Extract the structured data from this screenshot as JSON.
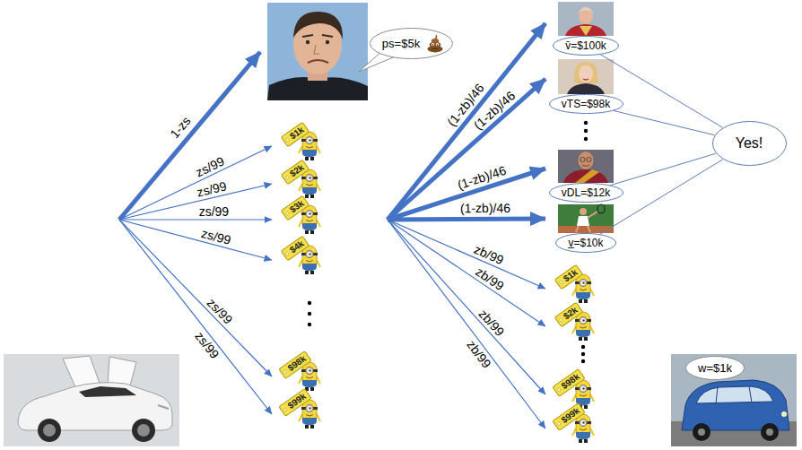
{
  "diagram": {
    "nodes": [
      {
        "text": [
          "ps=$5k"
        ]
      },
      {
        "text": [
          "$1k"
        ]
      },
      {
        "text": [
          "$2k"
        ]
      },
      {
        "text": [
          "$3k"
        ]
      },
      {
        "text": [
          "$4k"
        ]
      },
      {
        "text": [
          "$98k"
        ]
      },
      {
        "text": [
          "$99k"
        ]
      },
      {
        "text": [
          "v̄=$100k"
        ]
      },
      {
        "text": [
          "vTS=$98k"
        ]
      },
      {
        "text": [
          "vDL=$12k"
        ]
      },
      {
        "text": [
          "v̲=$10k"
        ]
      },
      {
        "text": [
          "$1k"
        ]
      },
      {
        "text": [
          "$2k"
        ]
      },
      {
        "text": [
          "$98k"
        ]
      },
      {
        "text": [
          "$99k"
        ]
      },
      {
        "text": [
          "Yes!"
        ]
      },
      {
        "text": [
          "w=$1k"
        ]
      }
    ],
    "edges": [
      {
        "from": 7,
        "to": 15,
        "arrow": "none"
      },
      {
        "from": 8,
        "to": 15,
        "arrow": "none"
      },
      {
        "from": 9,
        "to": 15,
        "arrow": "none"
      },
      {
        "from": 10,
        "to": 15,
        "arrow": "none"
      }
    ],
    "labels": [
      "1-zs",
      "zs/99",
      "zs/99",
      "zs/99",
      "zs/99",
      "zs/99",
      "zs/99",
      "(1-zb)/46",
      "(1-zb)/46",
      "(1-zb)/46",
      "(1-zb)/46",
      "zb/99",
      "zb/99",
      "zb/99",
      "zb/99"
    ]
  }
}
